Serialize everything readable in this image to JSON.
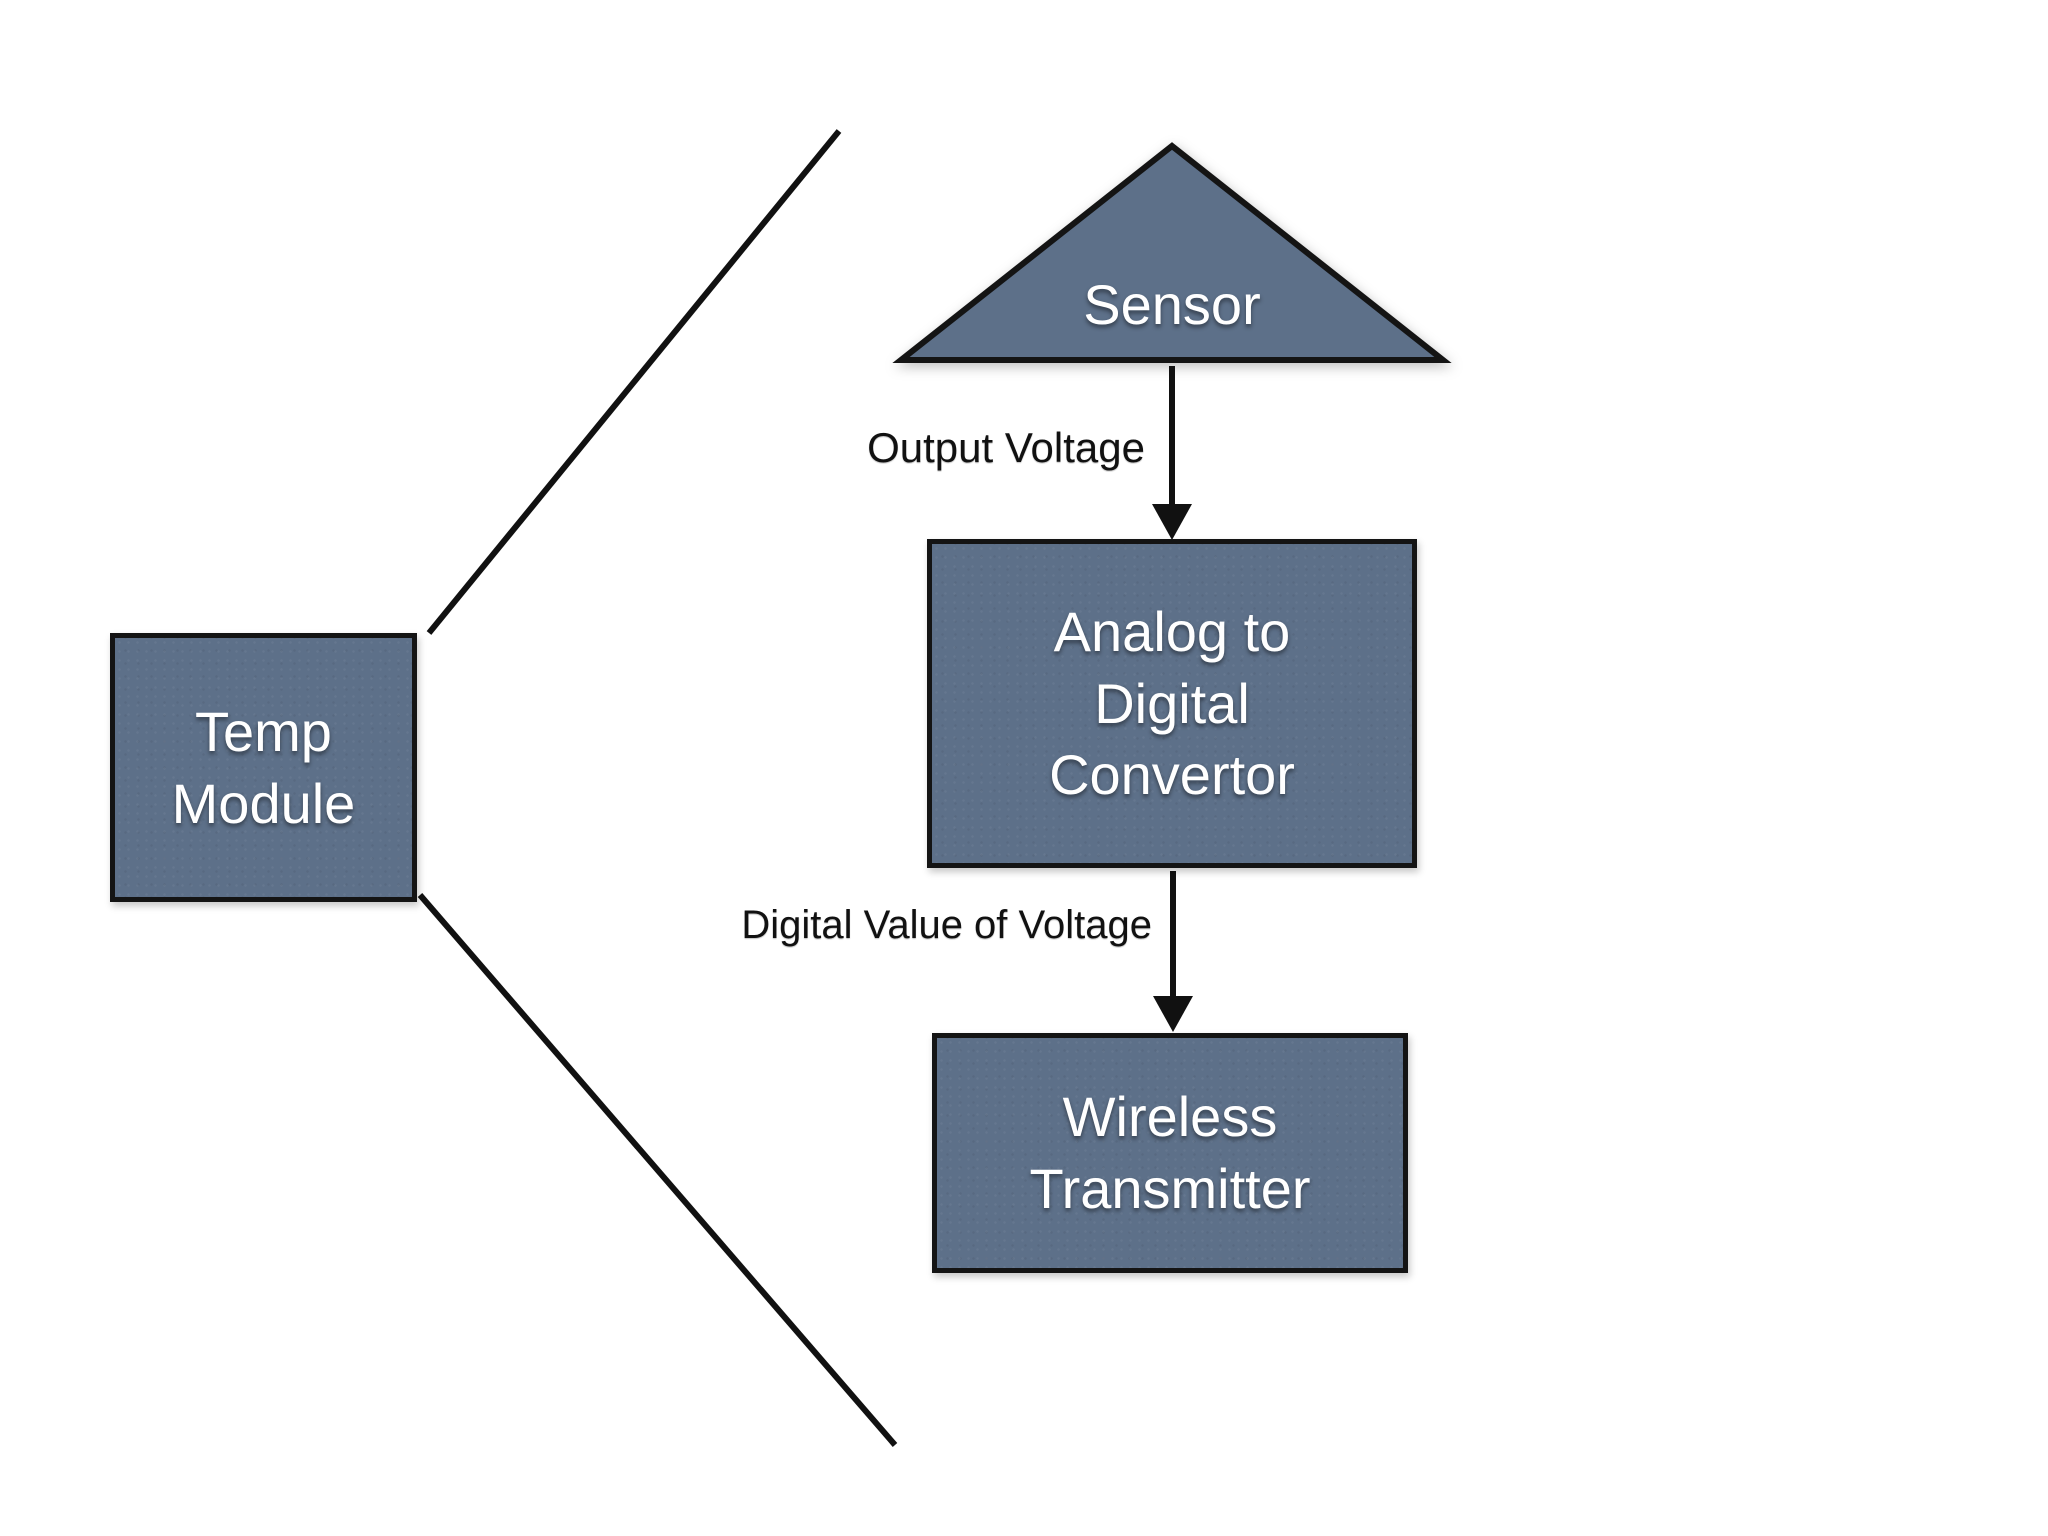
{
  "colors": {
    "background": "#ffffff",
    "shape_fill": "#5d7089",
    "shape_border": "#141414",
    "shape_text": "#ffffff",
    "label_text": "#111111",
    "line": "#111111"
  },
  "nodes": {
    "temp_module": {
      "label": "Temp\nModule"
    },
    "sensor": {
      "label": "Sensor"
    },
    "adc": {
      "label": "Analog to\nDigital\nConvertor"
    },
    "wireless_transmitter": {
      "label": "Wireless\nTransmitter"
    }
  },
  "edges": {
    "sensor_to_adc": {
      "label": "Output Voltage"
    },
    "adc_to_wireless": {
      "label": "Digital Value of Voltage"
    }
  }
}
